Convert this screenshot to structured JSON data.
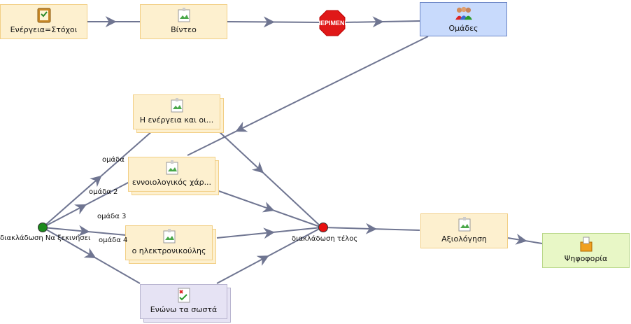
{
  "nodes": {
    "energeia": "Ενέργεια=Στόχοι",
    "video": "Βίντεο",
    "stop": "ΠΕΡΙΜΕΝΕ",
    "groups": "Ομάδες",
    "energy_and": "Η ενέργεια και οι...",
    "concept_map": "εννοιολογικός χάρ...",
    "e_ball": "ο ηλεκτρονικούλης",
    "match": "Ενώνω τα σωστά",
    "evaluation": "Αξιολόγηση",
    "vote": "Ψηφοφορία"
  },
  "gates": {
    "start": "διακλάδωση Να ξεκινήσει",
    "end": "διακλάδωση τέλος"
  },
  "edges": {
    "g1": "ομάδα",
    "g2": "ομάδα 2",
    "g3": "ομάδα 3",
    "g4": "ομάδα 4"
  },
  "colors": {
    "activity": "#fdf0cf",
    "activity_border": "#f2cf85",
    "groups": "#c8dafc",
    "tool": "#e6e3f4",
    "vote": "#e8f7c6",
    "wire": "#6f7591",
    "start_gate": "#1c8a1c",
    "end_gate": "#e81010"
  }
}
